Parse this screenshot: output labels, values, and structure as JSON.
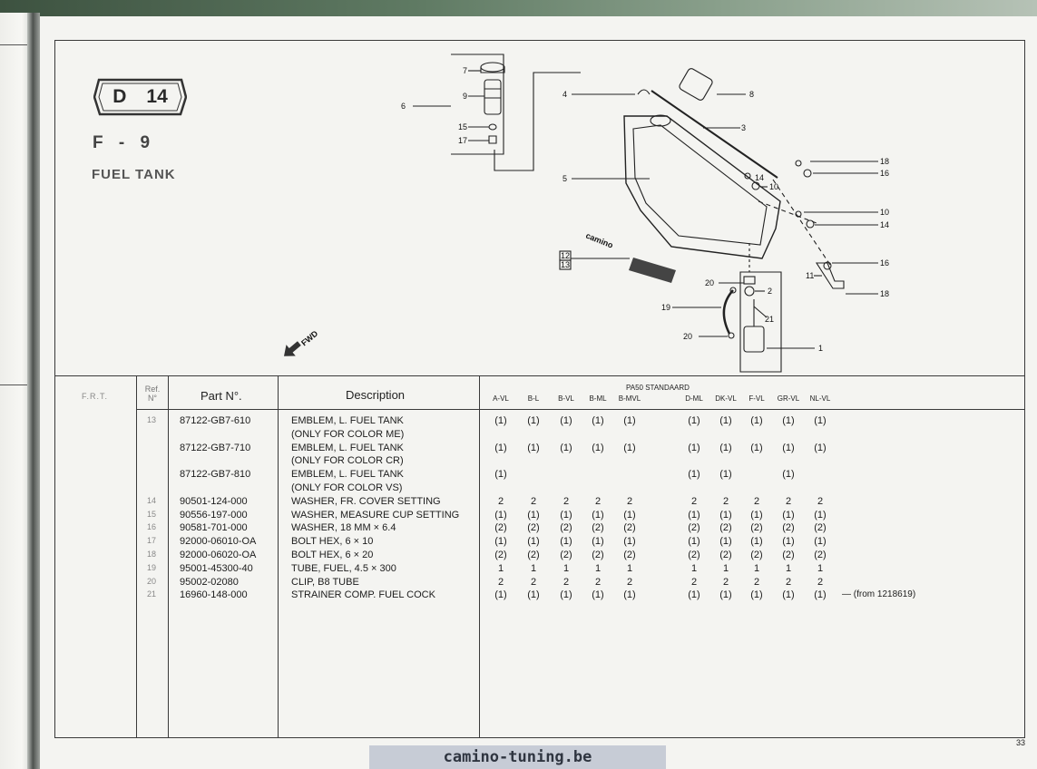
{
  "section": {
    "badge_letter": "D",
    "badge_number": "14",
    "code": "F - 9",
    "title": "FUEL TANK"
  },
  "diagram": {
    "callouts": [
      "7",
      "9",
      "15",
      "17",
      "6",
      "4",
      "8",
      "3",
      "5",
      "18",
      "16",
      "14",
      "10",
      "10",
      "14",
      "16",
      "11",
      "18",
      "20",
      "2",
      "19",
      "21",
      "20",
      "1"
    ],
    "emblem_refs": [
      "12",
      "13"
    ],
    "emblem_text": "camino",
    "fwd_label": "FWD"
  },
  "table": {
    "frt_label": "F.R.T.",
    "ref_label_line1": "Ref.",
    "ref_label_line2": "N°",
    "part_label": "Part N°.",
    "desc_label": "Description",
    "group_label": "PA50 STANDAARD",
    "models": [
      "A-VL",
      "B-L",
      "B-VL",
      "B-ML",
      "B-MVL",
      "D-ML",
      "DK-VL",
      "F-VL",
      "GR-VL",
      "NL-VL"
    ],
    "rows": [
      {
        "ref": "13",
        "part": "87122-GB7-610",
        "desc": "EMBLEM, L. FUEL TANK",
        "q": [
          "(1)",
          "(1)",
          "(1)",
          "(1)",
          "(1)",
          "(1)",
          "(1)",
          "(1)",
          "(1)",
          "(1)"
        ],
        "note": ""
      },
      {
        "ref": "",
        "part": "",
        "desc": "(ONLY FOR COLOR ME)",
        "q": [
          "",
          "",
          "",
          "",
          "",
          "",
          "",
          "",
          "",
          ""
        ],
        "note": ""
      },
      {
        "ref": "",
        "part": "87122-GB7-710",
        "desc": "EMBLEM, L. FUEL TANK",
        "q": [
          "(1)",
          "(1)",
          "(1)",
          "(1)",
          "(1)",
          "(1)",
          "(1)",
          "(1)",
          "(1)",
          "(1)"
        ],
        "note": ""
      },
      {
        "ref": "",
        "part": "",
        "desc": "(ONLY FOR COLOR CR)",
        "q": [
          "",
          "",
          "",
          "",
          "",
          "",
          "",
          "",
          "",
          ""
        ],
        "note": ""
      },
      {
        "ref": "",
        "part": "87122-GB7-810",
        "desc": "EMBLEM, L. FUEL TANK",
        "q": [
          "(1)",
          "",
          "",
          "",
          "",
          "(1)",
          "(1)",
          "",
          "(1)",
          ""
        ],
        "note": ""
      },
      {
        "ref": "",
        "part": "",
        "desc": "(ONLY FOR COLOR VS)",
        "q": [
          "",
          "",
          "",
          "",
          "",
          "",
          "",
          "",
          "",
          ""
        ],
        "note": ""
      },
      {
        "ref": "14",
        "part": "90501-124-000",
        "desc": "WASHER, FR. COVER SETTING",
        "q": [
          "2",
          "2",
          "2",
          "2",
          "2",
          "2",
          "2",
          "2",
          "2",
          "2"
        ],
        "note": ""
      },
      {
        "ref": "15",
        "part": "90556-197-000",
        "desc": "WASHER, MEASURE CUP SETTING",
        "q": [
          "(1)",
          "(1)",
          "(1)",
          "(1)",
          "(1)",
          "(1)",
          "(1)",
          "(1)",
          "(1)",
          "(1)"
        ],
        "note": ""
      },
      {
        "ref": "16",
        "part": "90581-701-000",
        "desc": "WASHER, 18 MM × 6.4",
        "q": [
          "(2)",
          "(2)",
          "(2)",
          "(2)",
          "(2)",
          "(2)",
          "(2)",
          "(2)",
          "(2)",
          "(2)"
        ],
        "note": ""
      },
      {
        "ref": "17",
        "part": "92000-06010-OA",
        "desc": "BOLT HEX, 6 × 10",
        "q": [
          "(1)",
          "(1)",
          "(1)",
          "(1)",
          "(1)",
          "(1)",
          "(1)",
          "(1)",
          "(1)",
          "(1)"
        ],
        "note": ""
      },
      {
        "ref": "18",
        "part": "92000-06020-OA",
        "desc": "BOLT HEX, 6 × 20",
        "q": [
          "(2)",
          "(2)",
          "(2)",
          "(2)",
          "(2)",
          "(2)",
          "(2)",
          "(2)",
          "(2)",
          "(2)"
        ],
        "note": ""
      },
      {
        "ref": "19",
        "part": "95001-45300-40",
        "desc": "TUBE, FUEL, 4.5 × 300",
        "q": [
          "1",
          "1",
          "1",
          "1",
          "1",
          "1",
          "1",
          "1",
          "1",
          "1"
        ],
        "note": ""
      },
      {
        "ref": "20",
        "part": "95002-02080",
        "desc": "CLIP, B8 TUBE",
        "q": [
          "2",
          "2",
          "2",
          "2",
          "2",
          "2",
          "2",
          "2",
          "2",
          "2"
        ],
        "note": ""
      },
      {
        "ref": "21",
        "part": "16960-148-000",
        "desc": "STRAINER COMP. FUEL COCK",
        "q": [
          "(1)",
          "(1)",
          "(1)",
          "(1)",
          "(1)",
          "(1)",
          "(1)",
          "(1)",
          "(1)",
          "(1)"
        ],
        "note": "— (from 1218619)"
      }
    ]
  },
  "page_number": "33",
  "watermark": "camino-tuning.be"
}
